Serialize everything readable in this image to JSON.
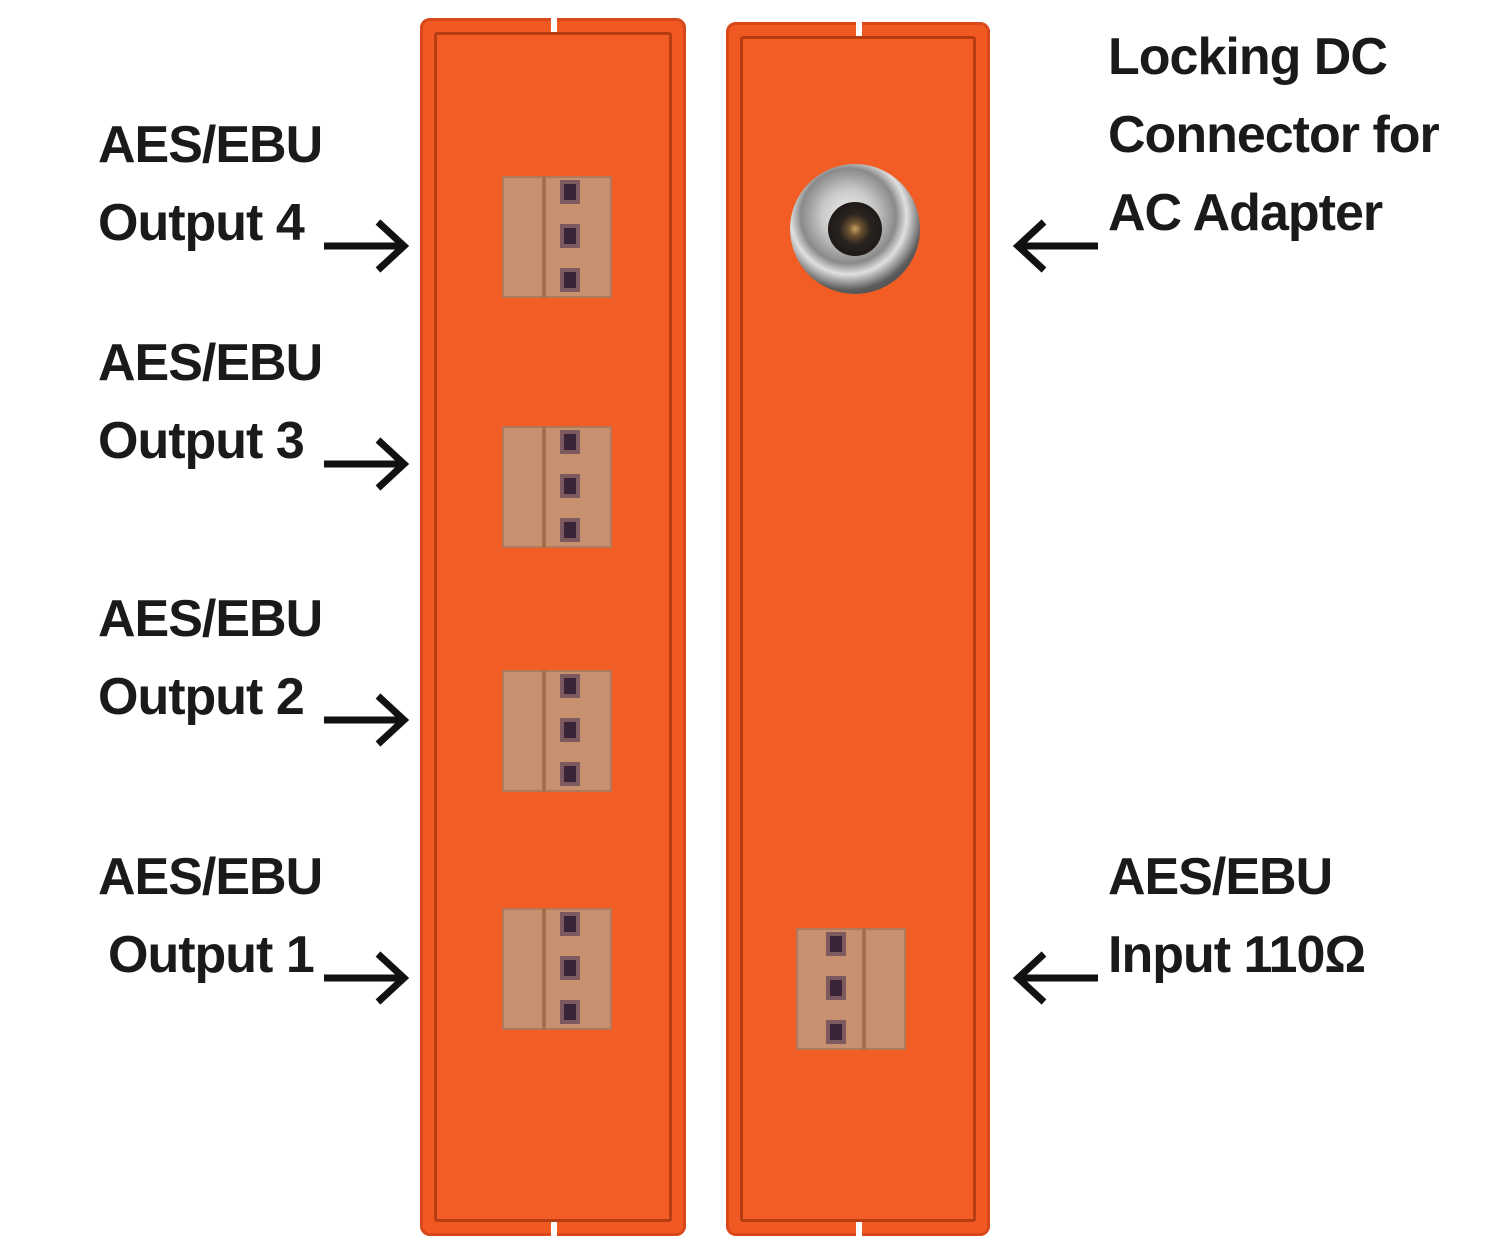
{
  "outputs": [
    {
      "line1": "AES/EBU",
      "line2": "Output 4"
    },
    {
      "line1": "AES/EBU",
      "line2": "Output 3"
    },
    {
      "line1": "AES/EBU",
      "line2": "Output 2"
    },
    {
      "line1": "AES/EBU",
      "line2": "Output 1"
    }
  ],
  "dc_connector": {
    "line1": "Locking DC",
    "line2": "Connector for",
    "line3": "AC Adapter"
  },
  "input": {
    "line1": "AES/EBU",
    "line2": "Input 110Ω"
  },
  "colors": {
    "panel": "#f05a22",
    "connector": "#c7906e",
    "text": "#1a1a1a"
  }
}
